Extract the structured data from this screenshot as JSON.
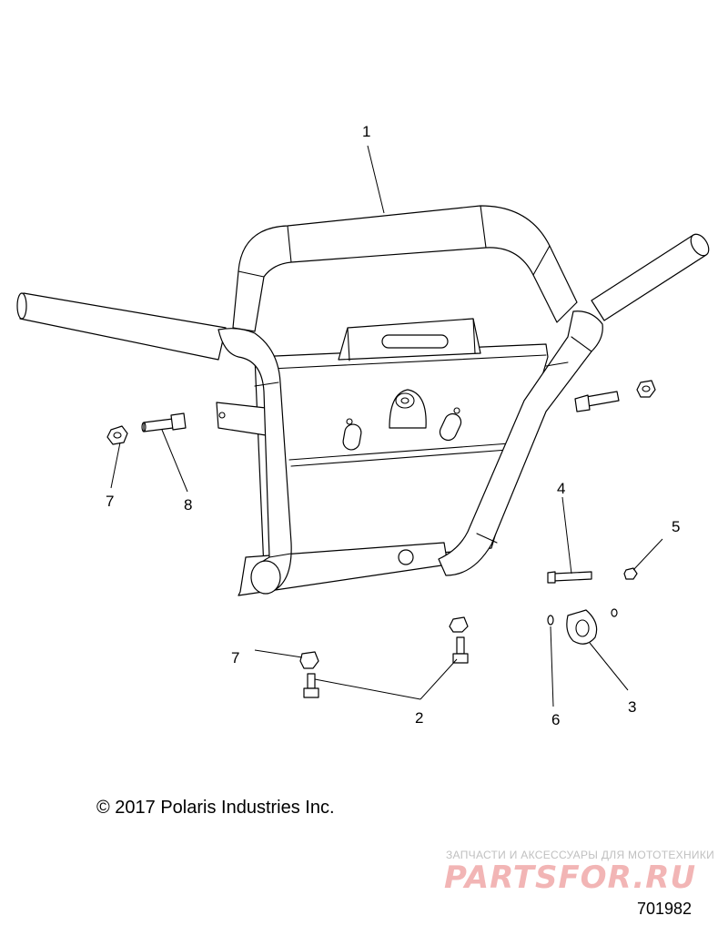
{
  "callouts": {
    "c1": "1",
    "c2": "2",
    "c3": "3",
    "c4": "4",
    "c5": "5",
    "c6": "6",
    "c7a": "7",
    "c7b": "7",
    "c8": "8"
  },
  "copyright": "© 2017 Polaris Industries Inc.",
  "watermark": {
    "tagline": "ЗАПЧАСТИ И АКСЕССУАРЫ ДЛЯ МОТОТЕХНИКИ",
    "logo": "PARTSFOR.RU"
  },
  "diagram_id": "701982"
}
